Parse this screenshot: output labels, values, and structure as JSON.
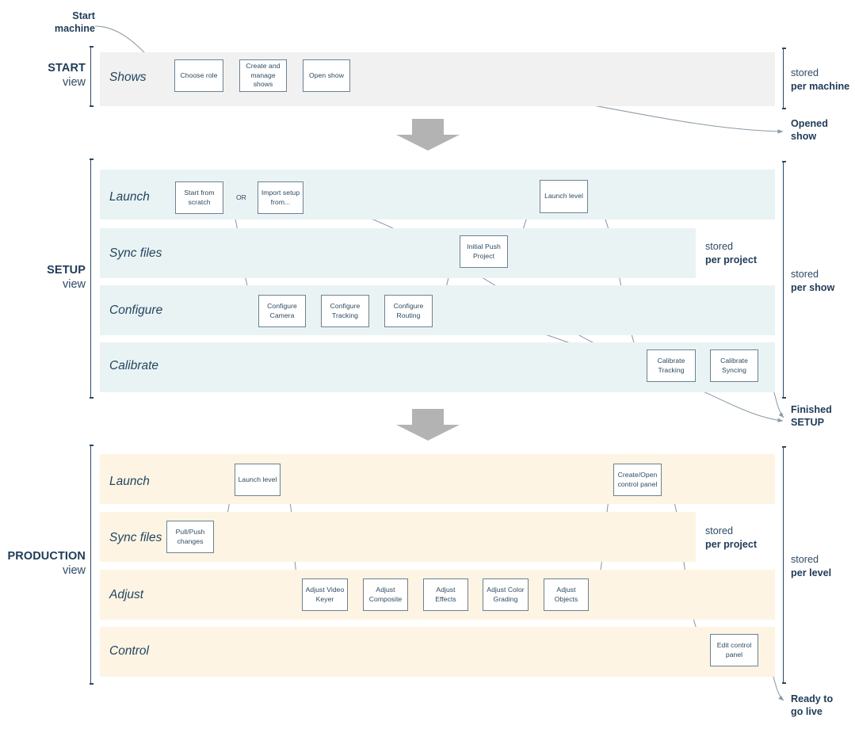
{
  "diagram": {
    "title": "Show production workflow views",
    "colors": {
      "start_band": "#f1f1f1",
      "setup_band": "#eaf3f4",
      "production_band": "#fdf4e3",
      "node_border": "#6b8291",
      "accent_text": "#1f3b57",
      "connector": "#8a9aa5",
      "transition_arrow": "#b3b3b3"
    },
    "start_callout": {
      "line1": "Start",
      "line2": "machine"
    },
    "sections": [
      {
        "id": "start",
        "label_strong": "START",
        "label_soft": "view",
        "store_right": {
          "line1": "stored",
          "line2": "per machine"
        },
        "lanes": [
          {
            "title": "Shows",
            "nodes": [
              {
                "label": "Choose role"
              },
              {
                "label": "Create and manage shows"
              },
              {
                "label": "Open show"
              }
            ]
          }
        ],
        "exit_callout": {
          "line1": "Opened",
          "line2": "show"
        }
      },
      {
        "id": "setup",
        "label_strong": "SETUP",
        "label_soft": "view",
        "store_inner": {
          "line1": "stored",
          "line2": "per project"
        },
        "store_right": {
          "line1": "stored",
          "line2": "per show"
        },
        "or_label": "OR",
        "lanes": [
          {
            "title": "Launch",
            "nodes": [
              {
                "label": "Start from scratch"
              },
              {
                "label": "Import setup from..."
              },
              {
                "label": "Launch level"
              }
            ]
          },
          {
            "title": "Sync files",
            "nodes": [
              {
                "label": "Initial Push Project"
              }
            ]
          },
          {
            "title": "Configure",
            "nodes": [
              {
                "label": "Configure Camera"
              },
              {
                "label": "Configure Tracking"
              },
              {
                "label": "Configure Routing"
              }
            ]
          },
          {
            "title": "Calibrate",
            "nodes": [
              {
                "label": "Calibrate Tracking"
              },
              {
                "label": "Calibrate Syncing"
              }
            ]
          }
        ],
        "exit_callout": {
          "line1": "Finished",
          "line2": "SETUP"
        }
      },
      {
        "id": "production",
        "label_strong": "PRODUCTION",
        "label_soft": "view",
        "store_inner": {
          "line1": "stored",
          "line2": "per project"
        },
        "store_right": {
          "line1": "stored",
          "line2": "per level"
        },
        "lanes": [
          {
            "title": "Launch",
            "nodes": [
              {
                "label": "Launch level"
              },
              {
                "label": "Create/Open control panel"
              }
            ]
          },
          {
            "title": "Sync files",
            "nodes": [
              {
                "label": "Pull/Push changes"
              }
            ]
          },
          {
            "title": "Adjust",
            "nodes": [
              {
                "label": "Adjust Video Keyer"
              },
              {
                "label": "Adjust Composite"
              },
              {
                "label": "Adjust Effects"
              },
              {
                "label": "Adjust Color Grading"
              },
              {
                "label": "Adjust Objects"
              }
            ]
          },
          {
            "title": "Control",
            "nodes": [
              {
                "label": "Edit control panel"
              }
            ]
          }
        ],
        "exit_callout": {
          "line1": "Ready to",
          "line2": "go live"
        }
      }
    ]
  }
}
